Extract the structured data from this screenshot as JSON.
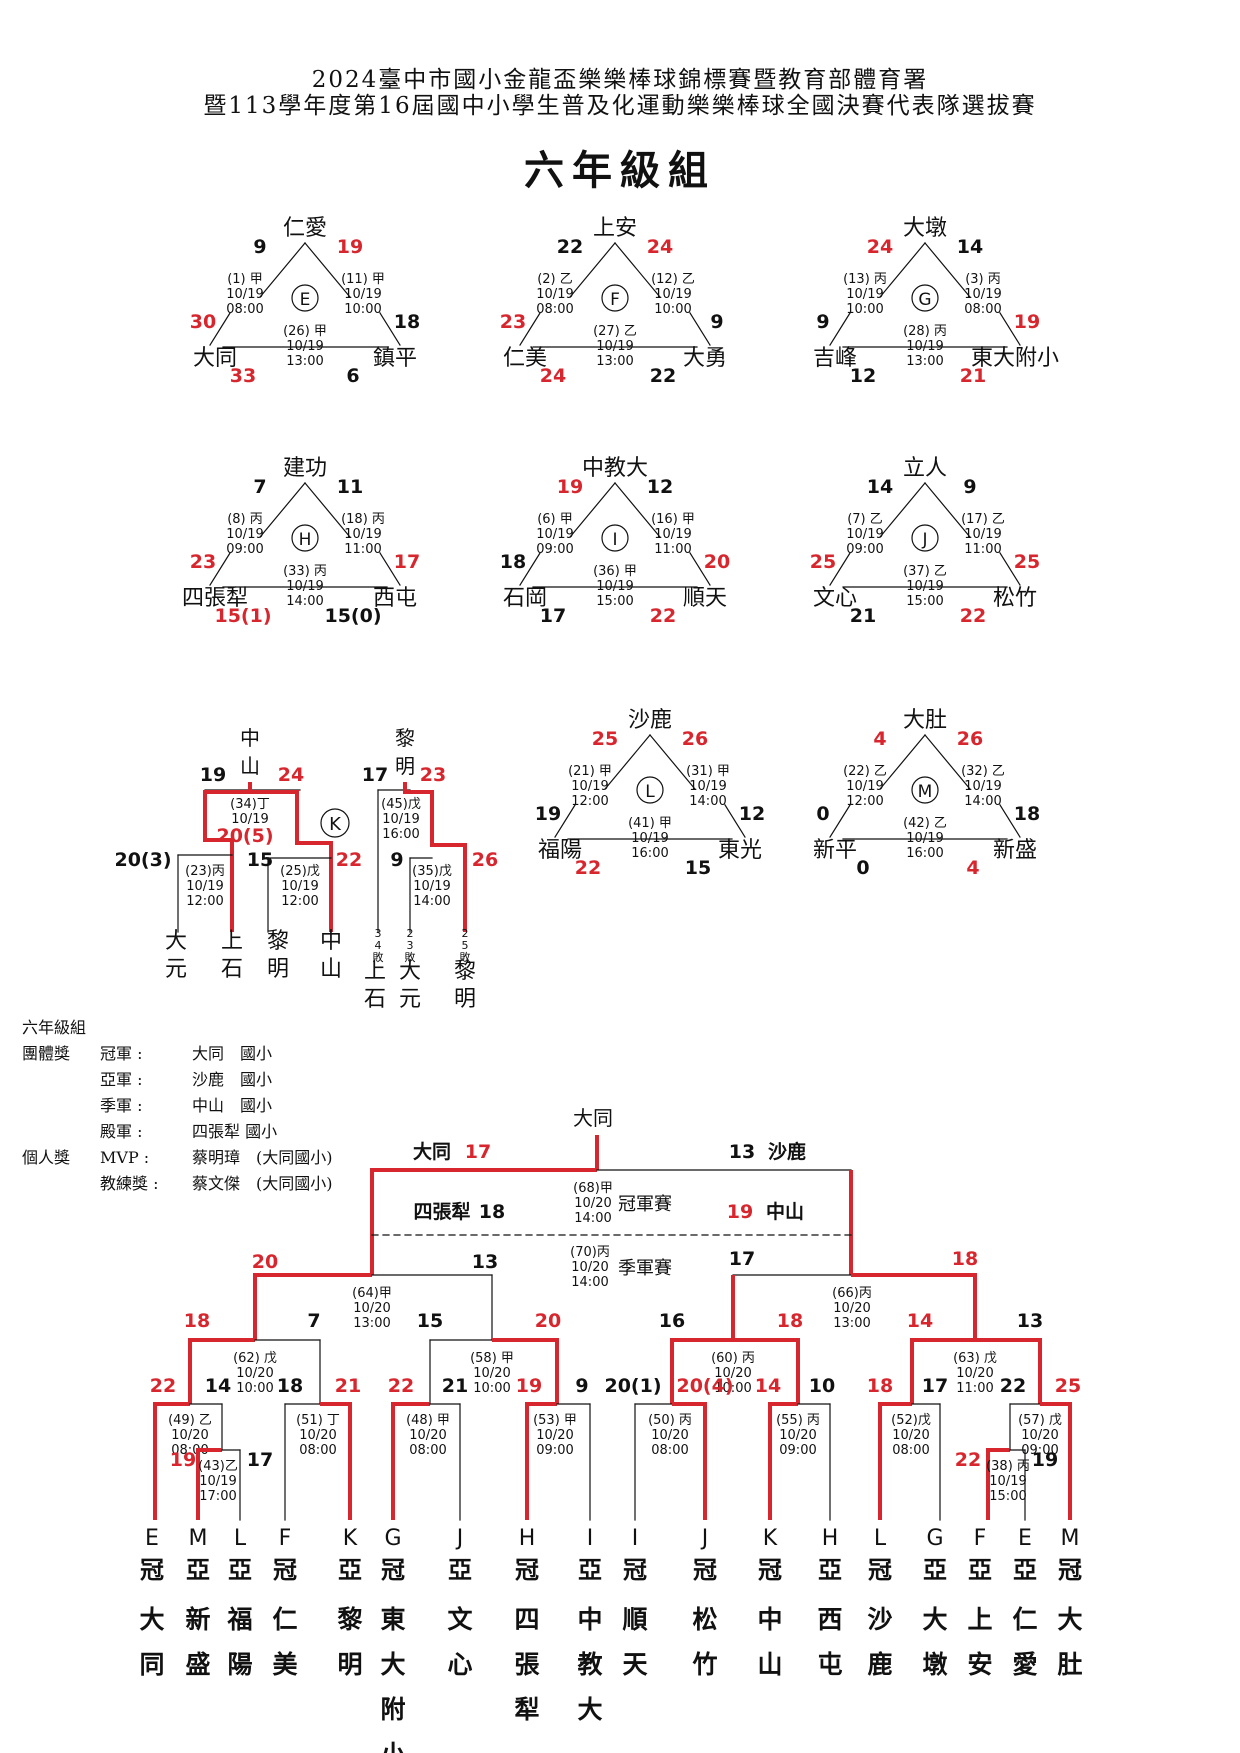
{
  "header": {
    "line1": "2024臺中市國小金龍盃樂樂棒球錦標賽暨教育部體育署",
    "line2": "暨113學年度第16屆國中小學生普及化運動樂樂棒球全國決賽代表隊選拔賽",
    "division": "六年級組"
  },
  "colors": {
    "win": "#d7262d",
    "ink": "#111111"
  },
  "groups": [
    {
      "id": "E",
      "top": "仁愛",
      "left": "大同",
      "right": "鎮平",
      "tl": "9",
      "tr": "19",
      "lm": "30",
      "rm": "18",
      "bl": "33",
      "br": "6",
      "g1": [
        "(1) 甲",
        "10/19",
        "08:00"
      ],
      "g2": [
        "(11) 甲",
        "10/19",
        "10:00"
      ],
      "g3": [
        "(26) 甲",
        "10/19",
        "13:00"
      ],
      "red": [
        "tr",
        "lm",
        "bl"
      ]
    },
    {
      "id": "F",
      "top": "上安",
      "left": "仁美",
      "right": "大勇",
      "tl": "22",
      "tr": "24",
      "lm": "23",
      "rm": "9",
      "bl": "24",
      "br": "22",
      "g1": [
        "(2) 乙",
        "10/19",
        "08:00"
      ],
      "g2": [
        "(12) 乙",
        "10/19",
        "10:00"
      ],
      "g3": [
        "(27) 乙",
        "10/19",
        "13:00"
      ],
      "red": [
        "tr",
        "lm",
        "bl"
      ]
    },
    {
      "id": "G",
      "top": "大墩",
      "left": "吉峰",
      "right": "東大附小",
      "tl": "24",
      "tr": "14",
      "lm": "9",
      "rm": "19",
      "bl": "12",
      "br": "21",
      "g1": [
        "(13) 丙",
        "10/19",
        "10:00"
      ],
      "g2": [
        "(3) 丙",
        "10/19",
        "08:00"
      ],
      "g3": [
        "(28) 丙",
        "10/19",
        "13:00"
      ],
      "red": [
        "tl",
        "rm",
        "br"
      ]
    },
    {
      "id": "H",
      "top": "建功",
      "left": "四張犁",
      "right": "西屯",
      "tl": "7",
      "tr": "11",
      "lm": "23",
      "rm": "17",
      "bl": "15(1)",
      "br": "15(0)",
      "g1": [
        "(8) 丙",
        "10/19",
        "09:00"
      ],
      "g2": [
        "(18) 丙",
        "10/19",
        "11:00"
      ],
      "g3": [
        "(33) 丙",
        "10/19",
        "14:00"
      ],
      "red": [
        "lm",
        "rm",
        "bl"
      ]
    },
    {
      "id": "I",
      "top": "中教大",
      "left": "石岡",
      "right": "順天",
      "tl": "19",
      "tr": "12",
      "lm": "18",
      "rm": "20",
      "bl": "17",
      "br": "22",
      "g1": [
        "(6) 甲",
        "10/19",
        "09:00"
      ],
      "g2": [
        "(16) 甲",
        "10/19",
        "11:00"
      ],
      "g3": [
        "(36) 甲",
        "10/19",
        "15:00"
      ],
      "red": [
        "tl",
        "rm",
        "br"
      ]
    },
    {
      "id": "J",
      "top": "立人",
      "left": "文心",
      "right": "松竹",
      "tl": "14",
      "tr": "9",
      "lm": "25",
      "rm": "25",
      "bl": "21",
      "br": "22",
      "g1": [
        "(7) 乙",
        "10/19",
        "09:00"
      ],
      "g2": [
        "(17) 乙",
        "10/19",
        "11:00"
      ],
      "g3": [
        "(37) 乙",
        "10/19",
        "15:00"
      ],
      "red": [
        "lm",
        "rm",
        "br"
      ]
    },
    {
      "id": "L",
      "top": "沙鹿",
      "left": "福陽",
      "right": "東光",
      "tl": "25",
      "tr": "26",
      "lm": "19",
      "rm": "12",
      "bl": "22",
      "br": "15",
      "g1": [
        "(21) 甲",
        "10/19",
        "12:00"
      ],
      "g2": [
        "(31) 甲",
        "10/19",
        "14:00"
      ],
      "g3": [
        "(41) 甲",
        "10/19",
        "16:00"
      ],
      "red": [
        "tl",
        "tr",
        "bl"
      ]
    },
    {
      "id": "M",
      "top": "大肚",
      "left": "新平",
      "right": "新盛",
      "tl": "4",
      "tr": "26",
      "lm": "0",
      "rm": "18",
      "bl": "0",
      "br": "4",
      "g1": [
        "(22) 乙",
        "10/19",
        "12:00"
      ],
      "g2": [
        "(32) 乙",
        "10/19",
        "14:00"
      ],
      "g3": [
        "(42) 乙",
        "10/19",
        "16:00"
      ],
      "red": [
        "tl",
        "tr",
        "br"
      ]
    }
  ],
  "groupK": {
    "id": "K",
    "zhongshan": "中山",
    "liming": "黎明",
    "dayuan": "大元",
    "shangshi": "上石",
    "s_top_l": "19",
    "s_top_r": "24",
    "s_34_mid": "20(5)",
    "s_dayuan": "20(3)",
    "s_liming": "15",
    "s_zs": "22",
    "s_45_l": "17",
    "s_45_r": "23",
    "s_35_l": "9",
    "s_35_r": "26",
    "g34": [
      "(34)丁",
      "10/19"
    ],
    "g23": [
      "(23)丙",
      "10/19",
      "12:00"
    ],
    "g25": [
      "(25)戊",
      "10/19",
      "12:00"
    ],
    "g45": [
      "(45)戊",
      "10/19",
      "16:00"
    ],
    "g35": [
      "(35)戊",
      "10/19",
      "14:00"
    ],
    "lose34": "34敗",
    "lose23": "23敗",
    "lose25": "25敗"
  },
  "awards": {
    "division": "六年級組",
    "team_label": "團體獎",
    "rows": [
      {
        "role": "冠軍 :",
        "team": "大同　國小"
      },
      {
        "role": "亞軍 :",
        "team": "沙鹿　國小"
      },
      {
        "role": "季軍 :",
        "team": "中山　國小"
      },
      {
        "role": "殿軍 :",
        "team": "四張犁 國小"
      }
    ],
    "indiv_label": "個人獎",
    "mvp_role": "MVP :",
    "mvp": "蔡明璋　(大同國小)",
    "coach_role": "教練獎 :",
    "coach": "蔡文傑　(大同國小)"
  },
  "bracket": {
    "champion": "大同",
    "final": {
      "left": "大同",
      "left_score": "17",
      "right": "沙鹿",
      "right_score": "13",
      "game": [
        "(68)甲",
        "10/20",
        "14:00"
      ],
      "label": "冠軍賽"
    },
    "third": {
      "left": "四張犁",
      "left_score": "18",
      "right": "中山",
      "right_score": "19",
      "game": [
        "(70)丙",
        "10/20",
        "14:00"
      ],
      "label": "季軍賽"
    },
    "scores": {
      "s64l": "20",
      "s64r": "13",
      "s66l": "17",
      "s66r": "18",
      "s62l": "18",
      "s62r": "7",
      "s58l": "15",
      "s58r": "20",
      "s60l": "16",
      "s60r": "18",
      "s63l": "14",
      "s63r": "13",
      "s49l": "22",
      "s49r": "14",
      "s51l": "18",
      "s51r": "21",
      "s48l": "22",
      "s48r": "21",
      "s53l": "19",
      "s53r": "9",
      "s50l": "20(1)",
      "s50r": "20(4)",
      "s55l": "14",
      "s55r": "10",
      "s52l": "18",
      "s52r": "17",
      "s57l": "22",
      "s57r": "25",
      "s43l": "19",
      "s43r": "17",
      "s38l": "22",
      "s38r": "19"
    },
    "games": {
      "g64": [
        "(64)甲",
        "10/20",
        "13:00"
      ],
      "g66": [
        "(66)丙",
        "10/20",
        "13:00"
      ],
      "g62": [
        "(62) 戊",
        "10/20",
        "10:00"
      ],
      "g58": [
        "(58) 甲",
        "10/20",
        "10:00"
      ],
      "g60": [
        "(60) 丙",
        "10/20",
        "10:00"
      ],
      "g63": [
        "(63) 戊",
        "10/20",
        "11:00"
      ],
      "g49": [
        "(49) 乙",
        "10/20",
        "08:00"
      ],
      "g51": [
        "(51) 丁",
        "10/20",
        "08:00"
      ],
      "g48": [
        "(48) 甲",
        "10/20",
        "08:00"
      ],
      "g53": [
        "(53) 甲",
        "10/20",
        "09:00"
      ],
      "g50": [
        "(50) 丙",
        "10/20",
        "08:00"
      ],
      "g55": [
        "(55) 丙",
        "10/20",
        "09:00"
      ],
      "g52": [
        "(52)戊",
        "10/20",
        "08:00"
      ],
      "g57": [
        "(57) 戊",
        "10/20",
        "09:00"
      ],
      "g43": [
        "(43)乙",
        "10/19",
        "17:00"
      ],
      "g38": [
        "(38) 丙",
        "10/19",
        "15:00"
      ]
    },
    "seeds": [
      {
        "g": "E",
        "r": "冠",
        "t": "大同"
      },
      {
        "g": "M",
        "r": "亞",
        "t": "新盛"
      },
      {
        "g": "L",
        "r": "亞",
        "t": "福陽"
      },
      {
        "g": "F",
        "r": "冠",
        "t": "仁美"
      },
      {
        "g": "K",
        "r": "亞",
        "t": "黎明"
      },
      {
        "g": "G",
        "r": "冠",
        "t": "東大附小"
      },
      {
        "g": "J",
        "r": "亞",
        "t": "文心"
      },
      {
        "g": "H",
        "r": "冠",
        "t": "四張犁"
      },
      {
        "g": "I",
        "r": "亞",
        "t": "中教大"
      },
      {
        "g": "I",
        "r": "冠",
        "t": "順天"
      },
      {
        "g": "J",
        "r": "冠",
        "t": "松竹"
      },
      {
        "g": "K",
        "r": "冠",
        "t": "中山"
      },
      {
        "g": "H",
        "r": "亞",
        "t": "西屯"
      },
      {
        "g": "L",
        "r": "冠",
        "t": "沙鹿"
      },
      {
        "g": "G",
        "r": "亞",
        "t": "大墩"
      },
      {
        "g": "F",
        "r": "亞",
        "t": "上安"
      },
      {
        "g": "E",
        "r": "亞",
        "t": "仁愛"
      },
      {
        "g": "M",
        "r": "冠",
        "t": "大肚"
      }
    ]
  }
}
